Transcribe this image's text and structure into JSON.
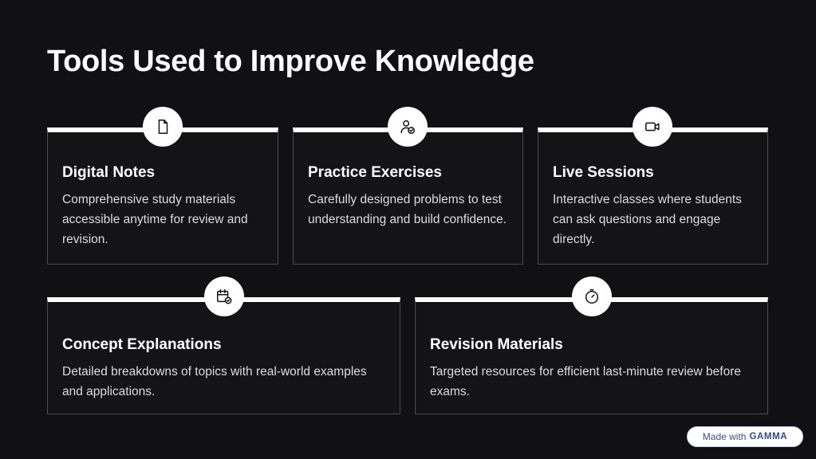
{
  "slide": {
    "title": "Tools Used to Improve Knowledge"
  },
  "cards": [
    {
      "title": "Digital Notes",
      "description": "Comprehensive study materials accessible anytime for review and revision.",
      "icon": "document-icon"
    },
    {
      "title": "Practice Exercises",
      "description": "Carefully designed problems to test understanding and build confidence.",
      "icon": "user-check-icon"
    },
    {
      "title": "Live Sessions",
      "description": "Interactive classes where students can ask questions and engage directly.",
      "icon": "video-camera-icon"
    },
    {
      "title": "Concept Explanations",
      "description": "Detailed breakdowns of topics with real-world examples and applications.",
      "icon": "calendar-check-icon"
    },
    {
      "title": "Revision Materials",
      "description": "Targeted resources for efficient last-minute review before exams.",
      "icon": "stopwatch-icon"
    }
  ],
  "badge": {
    "prefix": "Made with",
    "brand": "GAMMA"
  },
  "colors": {
    "background": "#111113",
    "card_border": "#4b4b50",
    "accent": "#ffffff",
    "badge_text": "#3a4f9e"
  }
}
